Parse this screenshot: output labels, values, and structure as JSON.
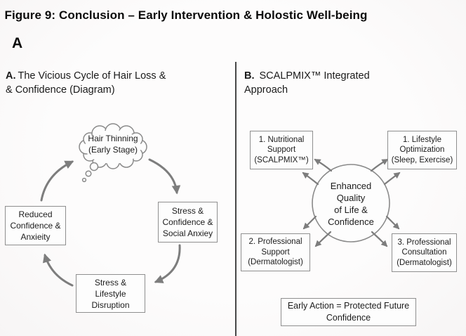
{
  "figure_title": "Figure 9: Conclusion – Early Intervention & Holostic Well-being",
  "panel_letter": "A",
  "panel_a": {
    "heading_prefix": "A.",
    "heading_line1": "The Vicious Cycle of Hair Loss &",
    "heading_line2": "& Confidence (Diagram)",
    "cloud": {
      "lines": [
        "Hair Thinning",
        "(Early Stage)"
      ]
    },
    "boxes": {
      "right": {
        "lines": [
          "Stress &",
          "Confidence &",
          "Social Anxiey"
        ]
      },
      "bottom": {
        "lines": [
          "Stress &",
          "Lifestyle",
          "Disruption"
        ]
      },
      "left": {
        "lines": [
          "Reduced",
          "Confidence &",
          "Anxieity"
        ]
      }
    }
  },
  "panel_b": {
    "heading_prefix": "B.",
    "heading_line1": "SCALPMIX™ Integrated",
    "heading_line2": "Approach",
    "center_circle": {
      "lines": [
        "Enhanced",
        "Quality",
        "of Life &",
        "Confidence"
      ]
    },
    "boxes": {
      "top_left": {
        "lines": [
          "1. Nutritional",
          "Support",
          "(SCALPMIX™)"
        ]
      },
      "top_right": {
        "lines": [
          "1. Lifestyle",
          "Optimization",
          "(Sleep, Exercise)"
        ]
      },
      "bottom_left": {
        "lines": [
          "2. Professional",
          "Support",
          "(Dermatologist)"
        ]
      },
      "bottom_right": {
        "lines": [
          "3. Professional",
          "Consultation",
          "(Dermatologist)"
        ]
      }
    },
    "banner": {
      "lines": [
        "Early Action = Protected Future",
        "Confidence"
      ]
    }
  },
  "colors": {
    "background": "#fcfbfb",
    "arrow": "#7d7d7d",
    "box_border": "#8f8f8f",
    "divider": "#474747",
    "text": "#1c1c1c"
  }
}
